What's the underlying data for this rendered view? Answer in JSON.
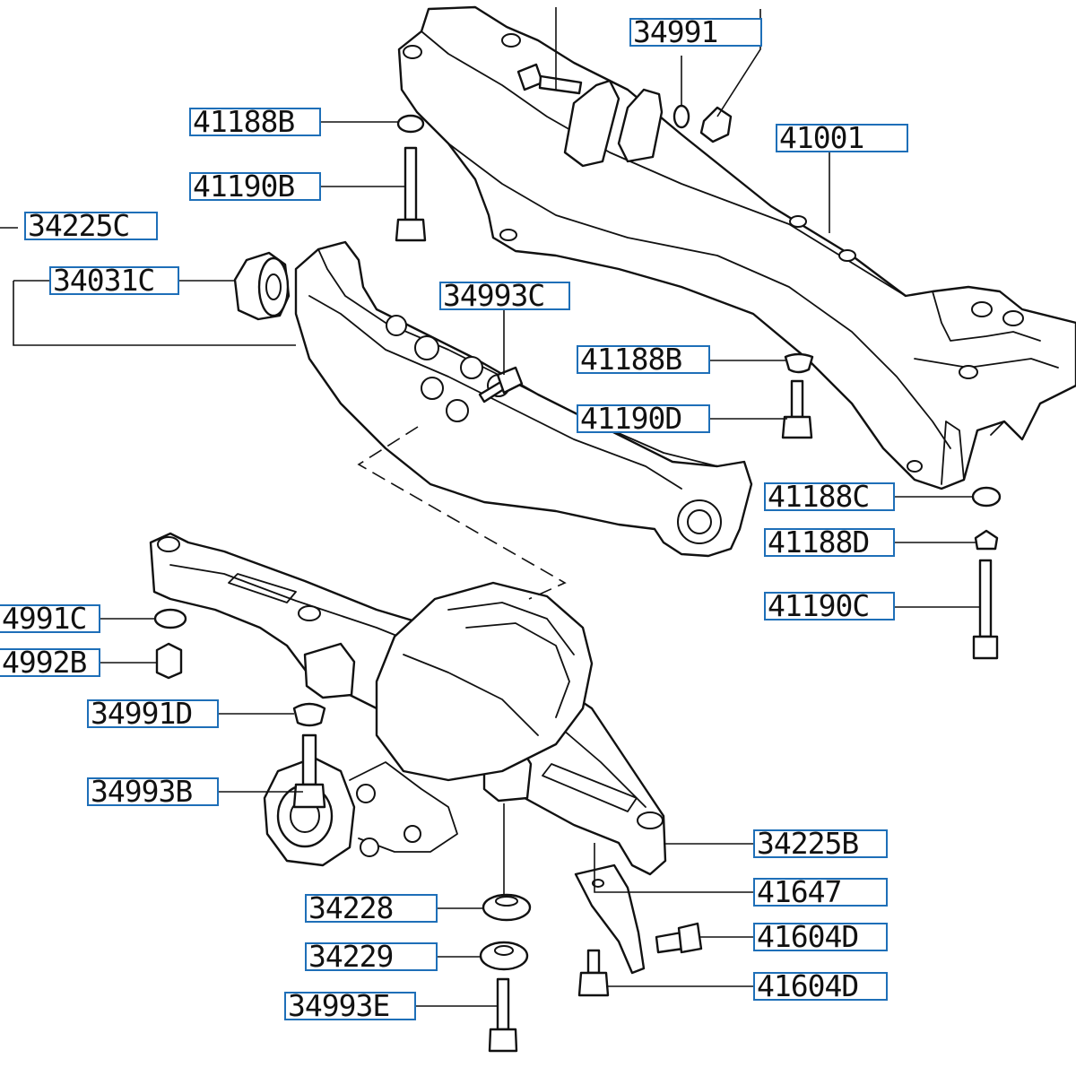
{
  "diagram": {
    "accent_color": "#1e6fb8",
    "callouts": {
      "c34991": "34991",
      "c41188B_top": "41188B",
      "c41001": "41001",
      "c41190B": "41190B",
      "c34225C": "34225C",
      "c34031C": "34031C",
      "c34993C": "34993C",
      "c41188B_mid": "41188B",
      "c41190D": "41190D",
      "c41188C": "41188C",
      "c41188D": "41188D",
      "c41190C": "41190C",
      "c34991C": "4991C",
      "c34992B": "4992B",
      "c34991D": "34991D",
      "c34993B": "34993B",
      "c34225B": "34225B",
      "c41647": "41647",
      "c41604D_upper": "41604D",
      "c41604D_lower": "41604D",
      "c34228": "34228",
      "c34229": "34229",
      "c34993E": "34993E"
    }
  }
}
